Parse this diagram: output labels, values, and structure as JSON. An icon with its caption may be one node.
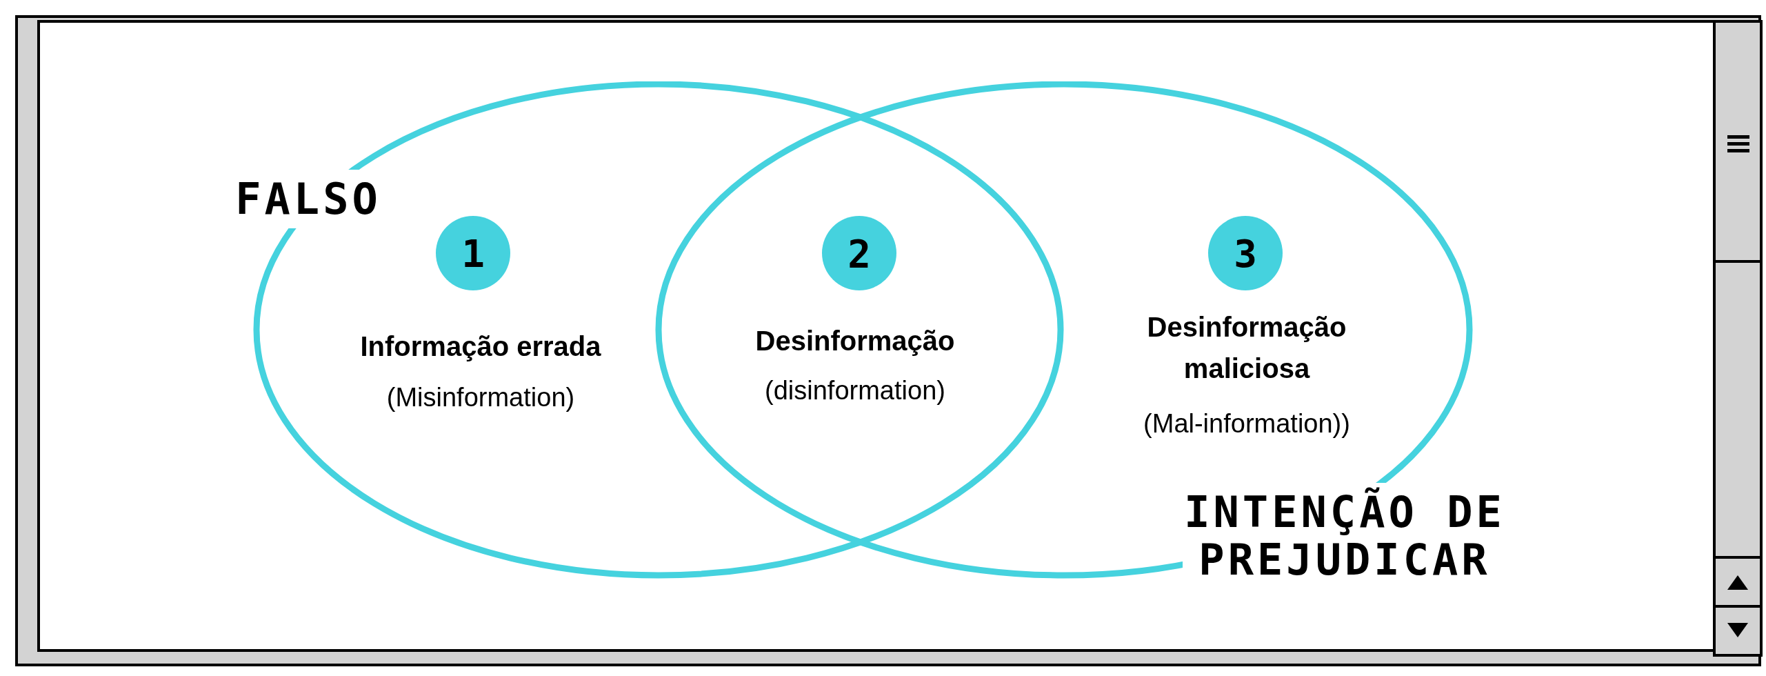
{
  "diagram": {
    "nodes": [
      {
        "text": [
          "FALSO"
        ]
      },
      {
        "text": [
          "INTENÇÃO DE PREJUDICAR"
        ]
      },
      {
        "text": [
          "1"
        ],
        "in": 0
      },
      {
        "text": [
          "2"
        ]
      },
      {
        "text": [
          "3"
        ],
        "in": 1
      }
    ],
    "edges": [],
    "labels": [
      "Informação errada",
      "(Misinformation)",
      "Desinformação",
      "(disinformation)",
      "Desinformação maliciosa",
      "(Mal-information))"
    ]
  }
}
